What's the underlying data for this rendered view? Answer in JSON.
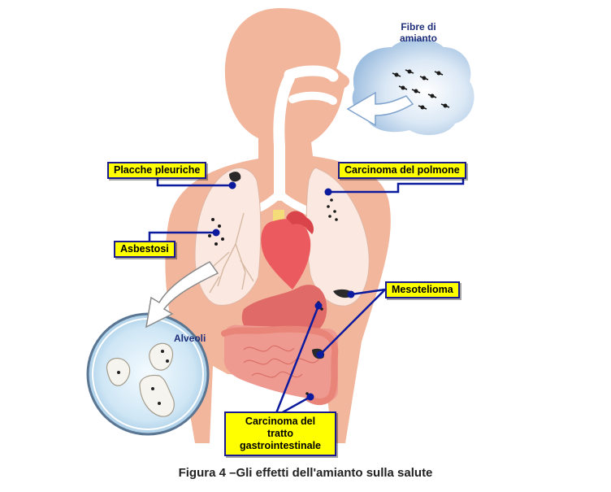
{
  "labels": {
    "fibre": "Fibre di\namianto",
    "placche": "Placche pleuriche",
    "carcinoma_polmone": "Carcinoma  del polmone",
    "asbestosi": "Asbestosi",
    "mesotelioma": "Mesotelioma",
    "alveoli": "Alveoli",
    "carcinoma_gi": "Carcinoma  del tratto gastrointestinale"
  },
  "caption": "Figura 4 –Gli effetti dell'amianto sulla salute",
  "colors": {
    "skin": "#f2b69c",
    "lung": "#fbe8e0",
    "heart": "#ea5a5e",
    "stomach": "#e06a67",
    "intestine": "#ef9a90",
    "label_fill": "#ffff00",
    "label_border": "#1a1a8c",
    "connector": "#0c1a9e",
    "airway": "#ffffff",
    "cloud": "#b9d4ec"
  }
}
